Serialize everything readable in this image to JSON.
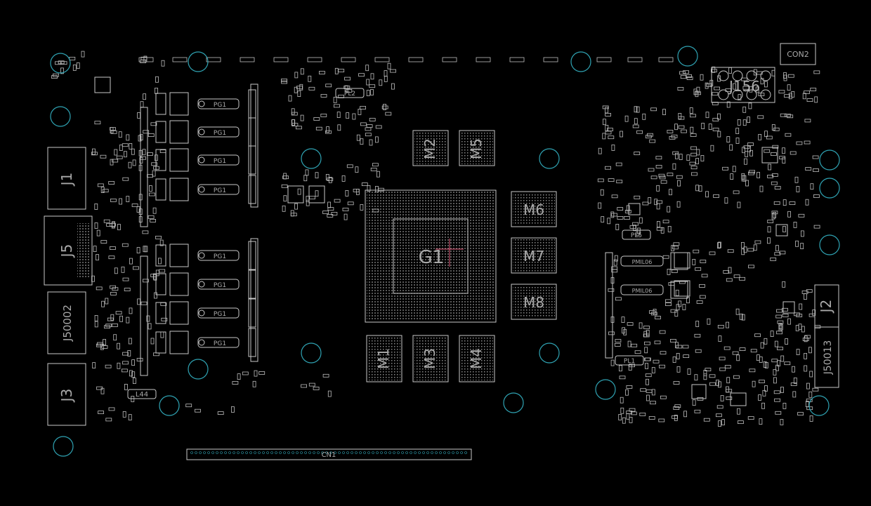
{
  "board": {
    "background": "#000000",
    "outline_color": "#c8c8c8",
    "hole_color": "#2fa3b3",
    "label_color": "#a9a9a9",
    "marker_color": "#e05a7a"
  },
  "labels": {
    "gpu": "G1",
    "memory": [
      "M1",
      "M2",
      "M3",
      "M4",
      "M5",
      "M6",
      "M7",
      "M8"
    ],
    "ports": [
      "J1",
      "J5",
      "J50002",
      "J3",
      "J2",
      "J50013"
    ],
    "header": "J156",
    "con2": "CON2",
    "cn1": "CN1",
    "inductor": "L44",
    "plr": [
      "PL2",
      "PL5",
      "PL1"
    ],
    "inductors_left": [
      "PG1",
      "PG1",
      "PG1",
      "PG1",
      "PG1",
      "PG1",
      "PG1",
      "PG1"
    ],
    "inductors_right": [
      "PMIL06",
      "PMIL06"
    ]
  }
}
